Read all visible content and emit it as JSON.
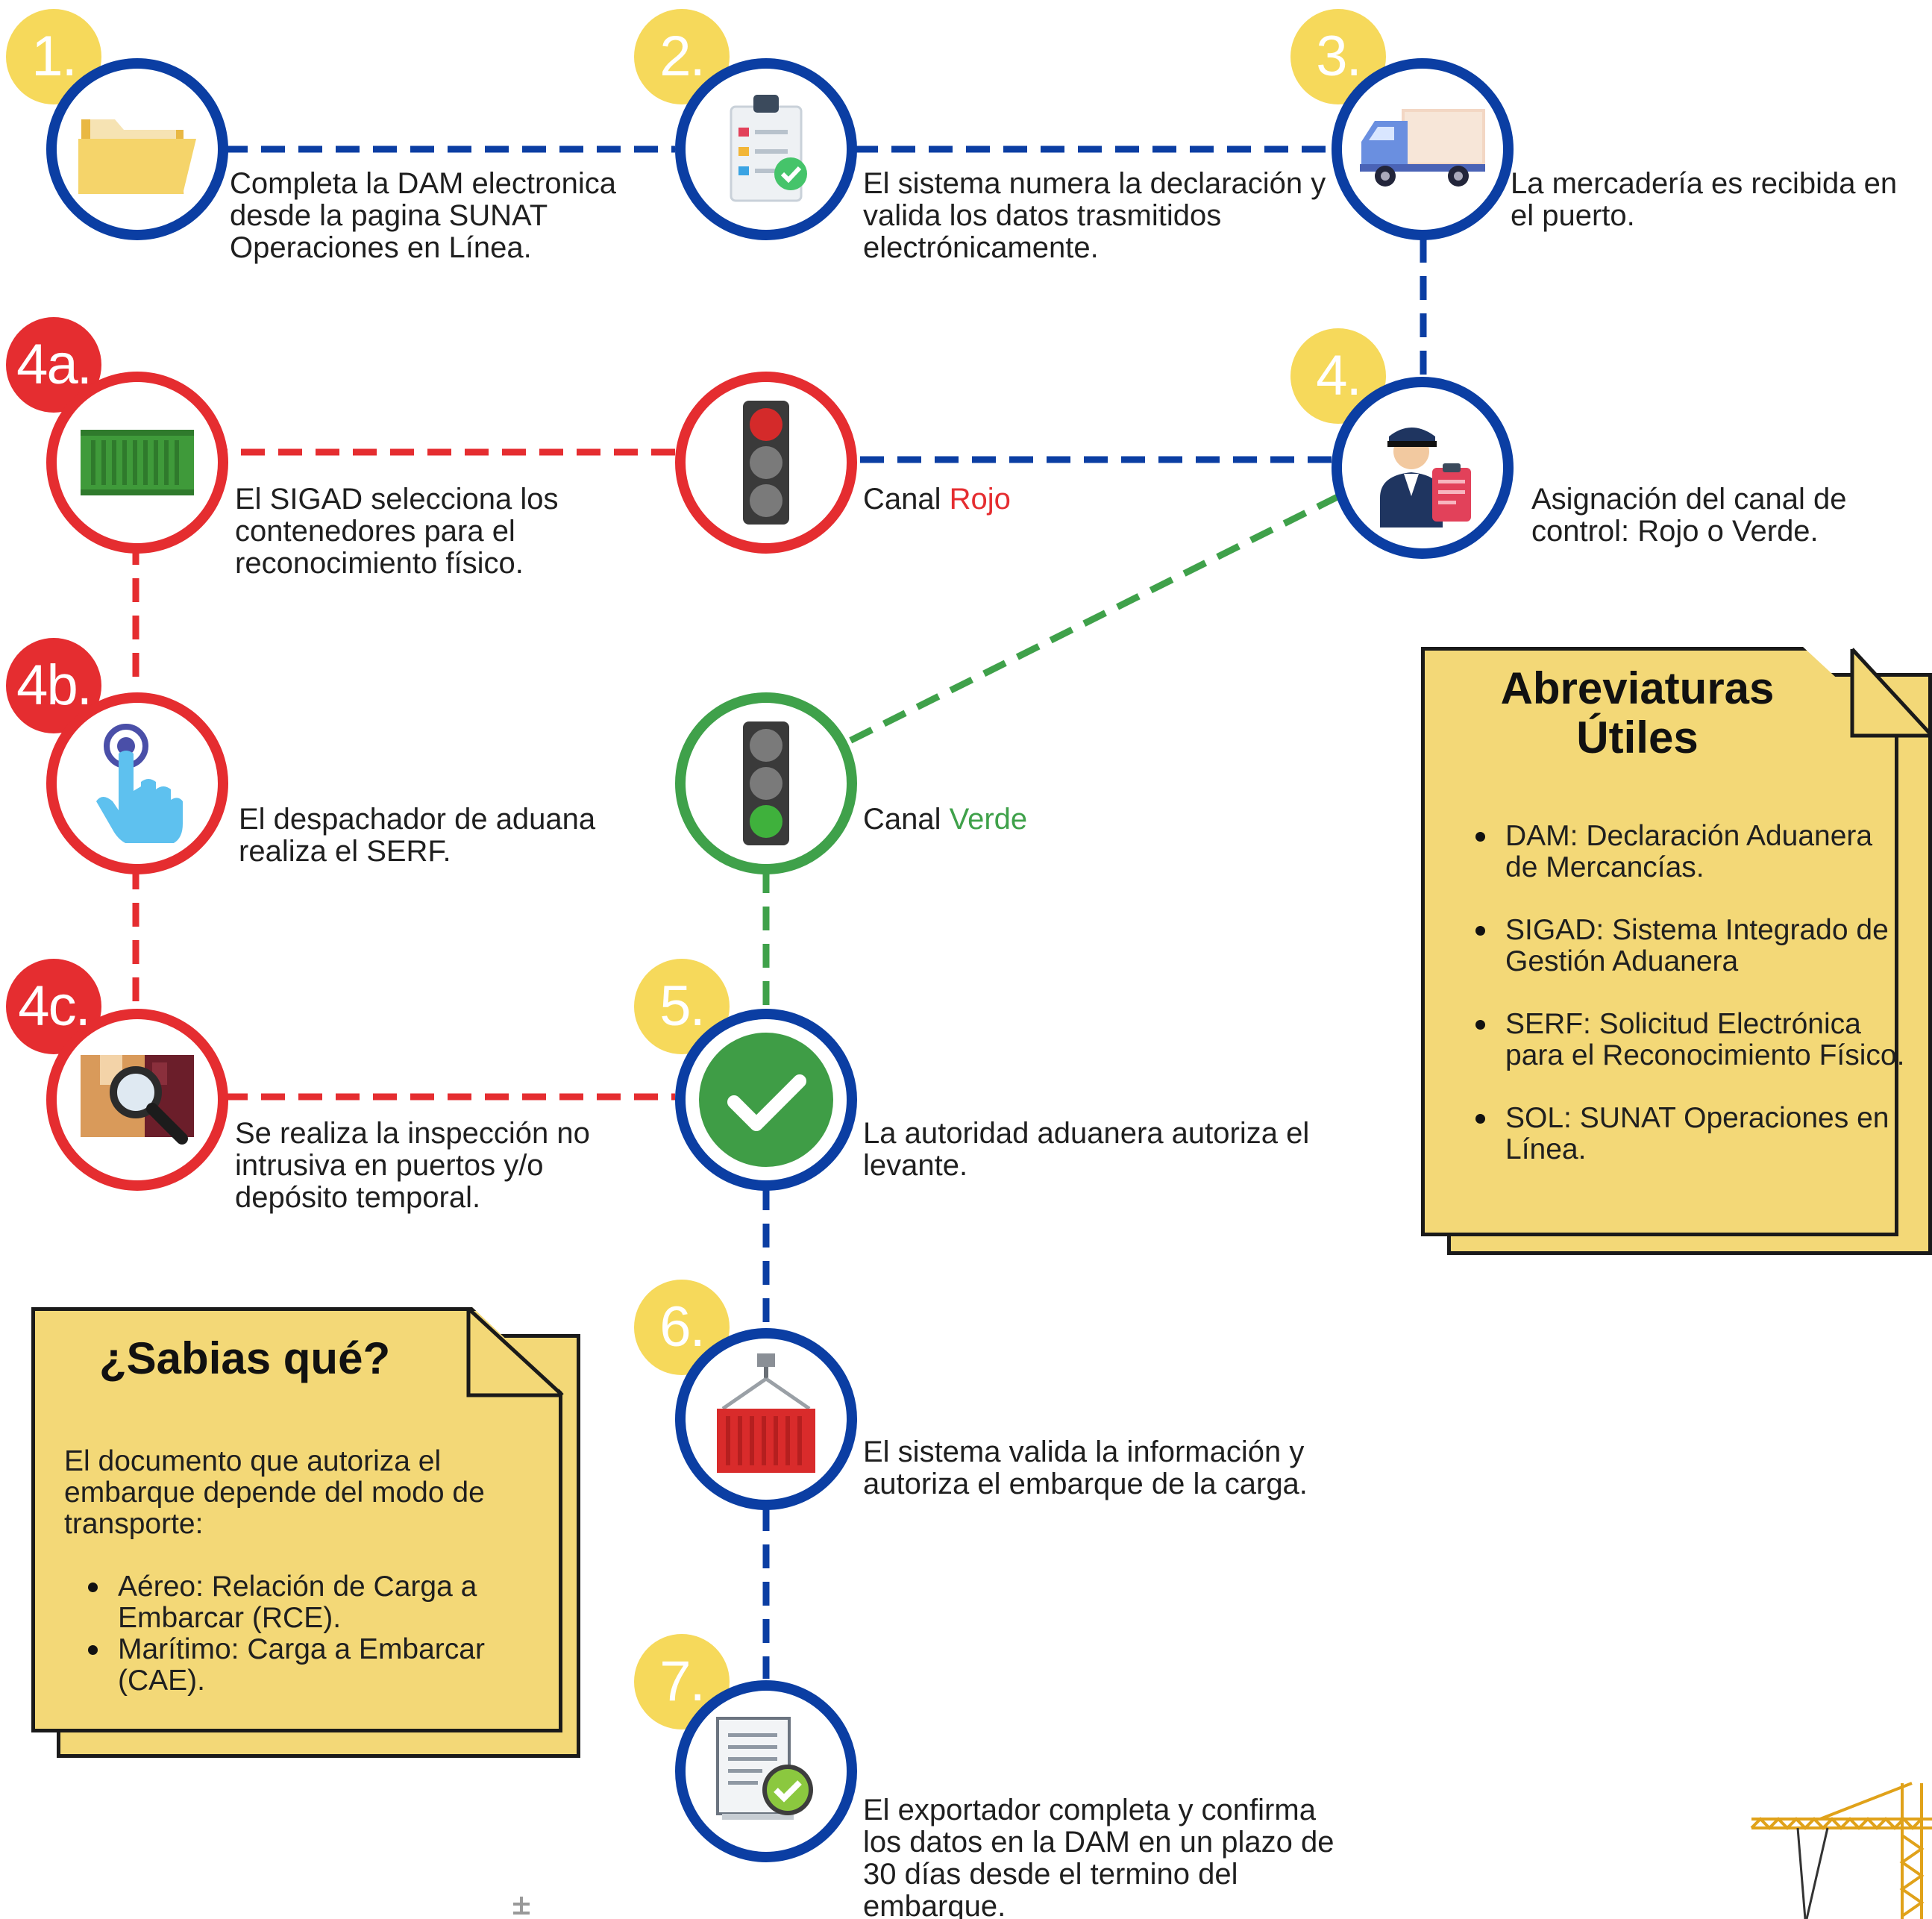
{
  "steps": {
    "s1": {
      "num": "1.",
      "icon": "folder-icon",
      "text": "Completa la DAM electronica desde la pagina SUNAT Operaciones en Línea."
    },
    "s2": {
      "num": "2.",
      "icon": "checklist-icon",
      "text": "El sistema numera la declaración y valida los datos trasmitidos electrónicamente."
    },
    "s3": {
      "num": "3.",
      "icon": "truck-icon",
      "text": "La mercadería es recibida en el puerto."
    },
    "s4": {
      "num": "4.",
      "icon": "customs-officer-icon",
      "text": "Asignación del canal de control: Rojo o Verde."
    },
    "red_channel": {
      "prefix": "Canal ",
      "word": "Rojo",
      "icon": "traffic-light-red-icon"
    },
    "green_channel": {
      "prefix": "Canal ",
      "word": "Verde",
      "icon": "traffic-light-green-icon"
    },
    "s4a": {
      "num": "4a.",
      "icon": "container-icon",
      "text": "El SIGAD selecciona los contenedores para el reconocimiento físico."
    },
    "s4b": {
      "num": "4b.",
      "icon": "touch-hand-icon",
      "text": "El despachador de aduana realiza el SERF."
    },
    "s4c": {
      "num": "4c.",
      "icon": "magnifier-boxes-icon",
      "text": "Se realiza la inspección no intrusiva en puertos y/o depósito temporal."
    },
    "s5": {
      "num": "5.",
      "icon": "checkmark-icon",
      "text": "La autoridad aduanera autoriza el levante."
    },
    "s6": {
      "num": "6.",
      "icon": "crane-container-icon",
      "text": "El sistema valida la información y autoriza el embarque de la carga."
    },
    "s7": {
      "num": "7.",
      "icon": "approved-document-icon",
      "text": "El exportador completa y confirma los datos en la DAM en un plazo de 30 días desde el termino del embarque."
    }
  },
  "abbreviations": {
    "title_line1": "Abreviaturas",
    "title_line2": "Útiles",
    "items": [
      "DAM: Declaración Aduanera de Mercancías.",
      "SIGAD: Sistema Integrado de Gestión Aduanera",
      "SERF: Solicitud Electrónica para el Reconocimiento Físico.",
      "SOL: SUNAT Operaciones en Línea."
    ]
  },
  "did_you_know": {
    "title": "¿Sabias qué?",
    "intro": "El documento que autoriza el embarque depende del modo de transporte:",
    "items": [
      "Aéreo: Relación de Carga a Embarcar (RCE).",
      "Marítimo: Carga a Embarcar (CAE)."
    ]
  },
  "colors": {
    "blue": "#0b3ea3",
    "red": "#e52d30",
    "green": "#3fa14a",
    "yellow_badge": "#f6d95b",
    "note_fill": "#f3d877"
  },
  "decor": {
    "crane": "tower-crane-icon"
  }
}
